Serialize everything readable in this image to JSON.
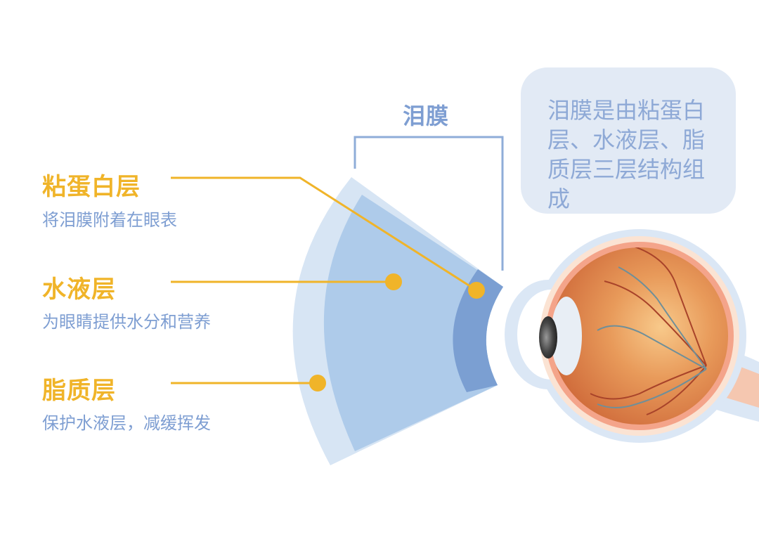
{
  "tear_film": {
    "label": "泪膜",
    "note": "泪膜是由粘蛋白层、水液层、脂质层三层结构组成"
  },
  "layers": [
    {
      "title": "粘蛋白层",
      "description": "将泪膜附着在眼表"
    },
    {
      "title": "水液层",
      "description": "为眼睛提供水分和营养"
    },
    {
      "title": "脂质层",
      "description": "保护水液层，减缓挥发"
    }
  ],
  "colors": {
    "accent_yellow": "#f0b429",
    "label_blue": "#7e9ed2",
    "note_background": "#e2eaf5",
    "lipid_layer": "#d7e5f4",
    "aqueous_layer": "#aecbea",
    "mucin_layer": "#7b9fd2",
    "eye_orange": "#d97a45"
  }
}
